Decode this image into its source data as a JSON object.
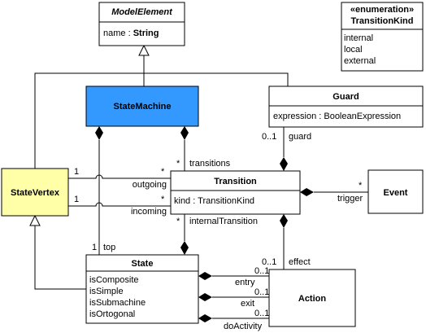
{
  "colors": {
    "state_machine_fill": "#3399ff",
    "state_vertex_fill": "#ffffa8",
    "box_fill": "#ffffff",
    "stroke": "#000000"
  },
  "icons": {
    "composition": "filled-diamond",
    "generalization": "hollow-triangle"
  },
  "classes": {
    "model_element": {
      "name": "ModelElement",
      "attributes": [
        {
          "prefix": "name : ",
          "type": "String"
        }
      ]
    },
    "transition_kind": {
      "stereotype": "«enumeration»",
      "name": "TransitionKind",
      "literals": [
        "internal",
        "local",
        "external"
      ]
    },
    "state_machine": {
      "name": "StateMachine"
    },
    "guard": {
      "name": "Guard",
      "attributes": [
        "expression : BooleanExpression"
      ]
    },
    "state_vertex": {
      "name": "StateVertex"
    },
    "transition": {
      "name": "Transition",
      "attributes": [
        "kind : TransitionKind"
      ]
    },
    "event": {
      "name": "Event"
    },
    "state": {
      "name": "State",
      "attributes": [
        "isComposite",
        "isSimple",
        "isSubmachine",
        "isOrtogonal"
      ]
    },
    "action": {
      "name": "Action"
    }
  },
  "associations": {
    "guard": {
      "mult": "0..1",
      "role": "guard"
    },
    "transitions": {
      "mult": "*",
      "role": "transitions"
    },
    "outgoing": {
      "mult_source": "1",
      "mult_target": "*",
      "role": "outgoing"
    },
    "incoming": {
      "mult_source": "1",
      "mult_target": "*",
      "role": "incoming"
    },
    "trigger": {
      "mult": "*",
      "role": "trigger"
    },
    "internal_transition": {
      "mult": "*",
      "role": "internalTransition"
    },
    "top": {
      "mult": "1",
      "role": "top"
    },
    "effect": {
      "mult": "0..1",
      "role": "effect"
    },
    "entry": {
      "mult": "0..1",
      "role": "entry"
    },
    "exit": {
      "mult": "0..1",
      "role": "exit"
    },
    "do_activity": {
      "mult": "0..1",
      "role": "doActivity"
    }
  }
}
